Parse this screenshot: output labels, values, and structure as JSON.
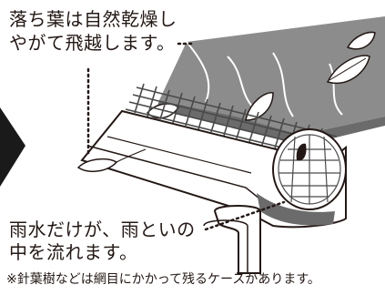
{
  "caption_top": {
    "line1": "落ち葉は自然乾燥し",
    "line2": "やがて飛越します。"
  },
  "caption_bottom": {
    "line1": "雨水だけが、雨といの",
    "line2": "中を流れます。"
  },
  "footnote": "※針葉樹などは網目にかかって残るケースがあります。",
  "colors": {
    "ink": "#231815",
    "roof": "#8c8c8c",
    "roof_dark": "#6b6b6b",
    "grid": "#4a4a4a",
    "arrow": "#1a1a1a"
  }
}
